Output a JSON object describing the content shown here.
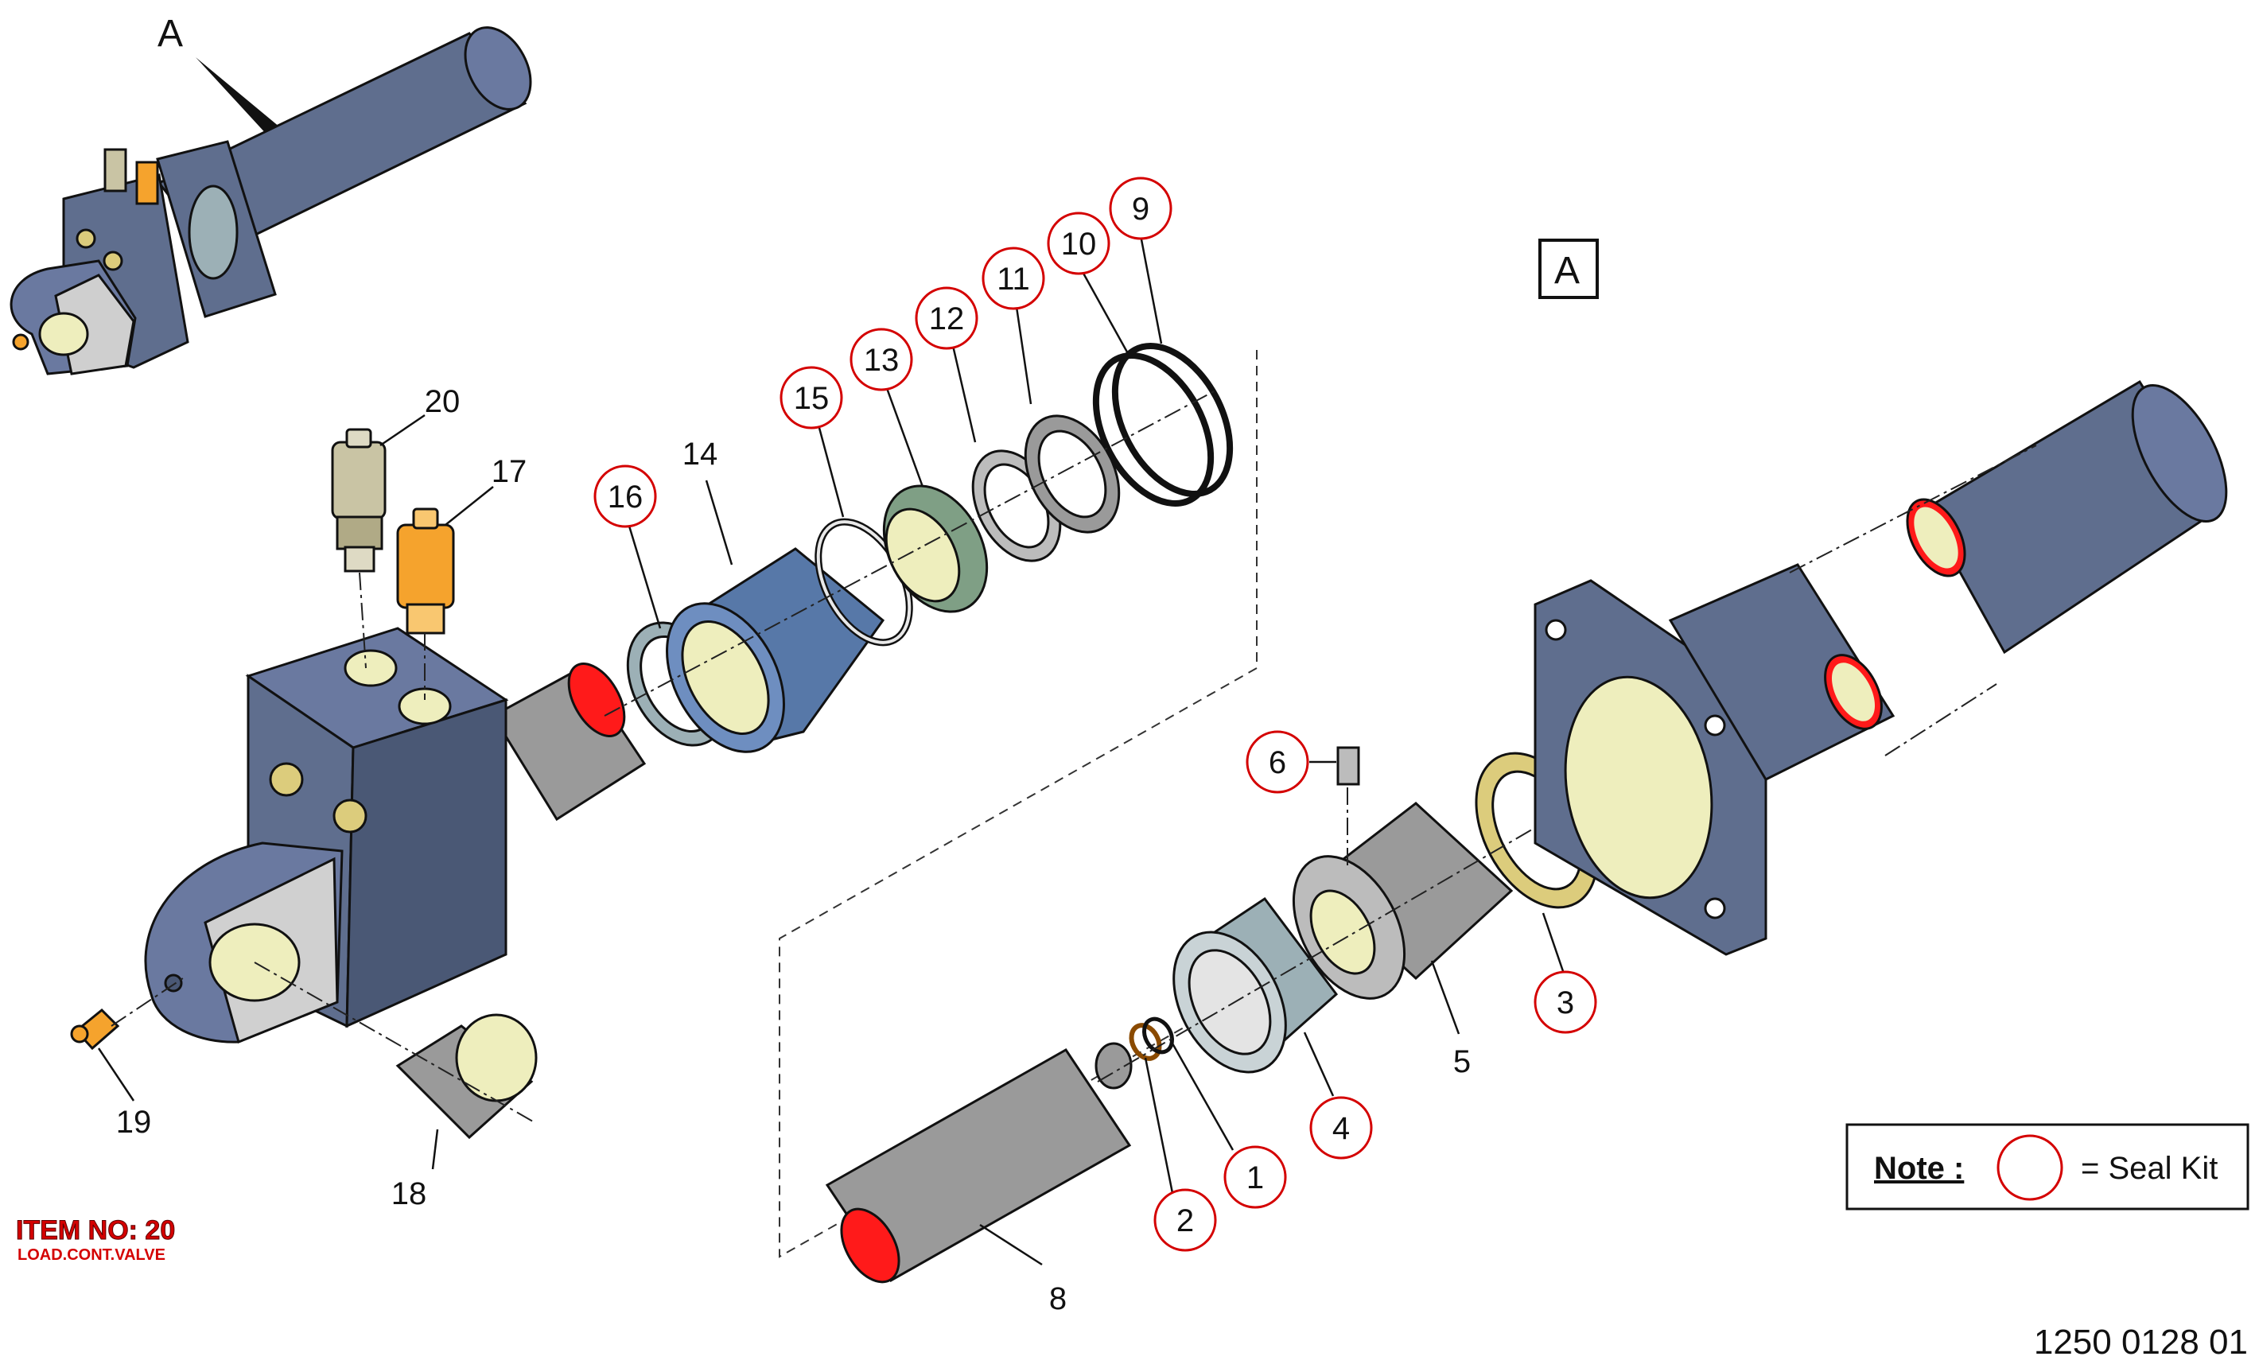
{
  "view_label": "A",
  "view_box_label": "A",
  "callouts": [
    {
      "id": "1",
      "seal": true
    },
    {
      "id": "2",
      "seal": true
    },
    {
      "id": "3",
      "seal": true
    },
    {
      "id": "4",
      "seal": true
    },
    {
      "id": "5",
      "seal": false
    },
    {
      "id": "6",
      "seal": true
    },
    {
      "id": "8",
      "seal": false
    },
    {
      "id": "9",
      "seal": true
    },
    {
      "id": "10",
      "seal": true
    },
    {
      "id": "11",
      "seal": true
    },
    {
      "id": "12",
      "seal": true
    },
    {
      "id": "13",
      "seal": true
    },
    {
      "id": "14",
      "seal": false
    },
    {
      "id": "15",
      "seal": true
    },
    {
      "id": "16",
      "seal": true
    },
    {
      "id": "17",
      "seal": false
    },
    {
      "id": "18",
      "seal": false
    },
    {
      "id": "19",
      "seal": false
    },
    {
      "id": "20",
      "seal": false
    }
  ],
  "note": {
    "label": "Note :",
    "text": "= Seal Kit"
  },
  "item": {
    "title": "ITEM NO: 20",
    "subtitle": "LOAD.CONT.VALVE"
  },
  "drawing_number": "1250 0128 01",
  "colors": {
    "body_blue": "#5f6e8e",
    "body_blue_dark": "#4a5875",
    "gland_blue": "#5778a8",
    "grey": "#9a9a9a",
    "grey_light": "#bcbcbc",
    "cream": "#eeeebd",
    "green": "#7f9f85",
    "tan": "#dccc7c",
    "teal": "#9cb0b6",
    "orange": "#f5a32d",
    "olive": "#c9c4a4",
    "seal_red": "#d40000",
    "red_cut": "#ff1a1a"
  }
}
